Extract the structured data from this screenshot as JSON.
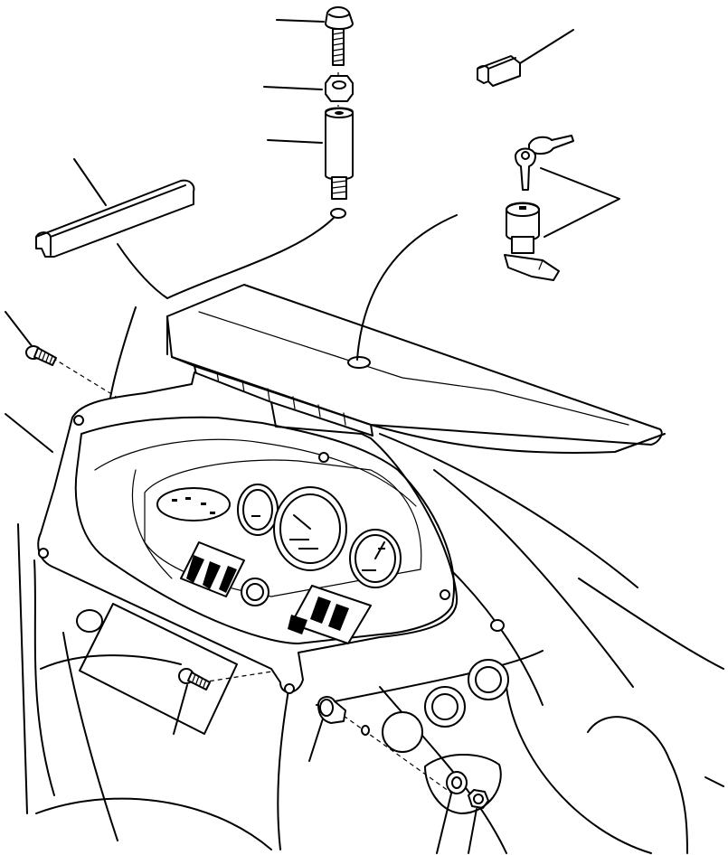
{
  "diagram": {
    "background": "#ffffff",
    "ink": "#000000",
    "parts": [
      {
        "id": "rubber-bumper",
        "icon": "bumper-icon"
      },
      {
        "id": "hex-nut",
        "icon": "nut-icon"
      },
      {
        "id": "threaded-spacer",
        "icon": "spacer-icon"
      },
      {
        "id": "edge-trim-small",
        "icon": "trim-icon"
      },
      {
        "id": "key-lock",
        "icon": "lock-icon"
      },
      {
        "id": "edge-trim-long",
        "icon": "trim-icon"
      },
      {
        "id": "screw-left",
        "icon": "screw-icon"
      },
      {
        "id": "instrument-bezel",
        "icon": "bezel-icon"
      },
      {
        "id": "hinged-cover",
        "icon": "cover-icon"
      },
      {
        "id": "screw-lower",
        "icon": "screw-icon"
      },
      {
        "id": "grommet-bolt",
        "icon": "bolt-icon"
      },
      {
        "id": "washer",
        "icon": "washer-icon"
      },
      {
        "id": "nut-lower",
        "icon": "nut-icon"
      }
    ]
  }
}
